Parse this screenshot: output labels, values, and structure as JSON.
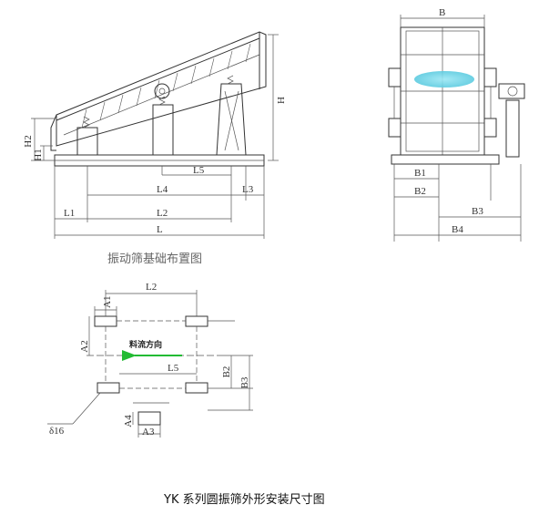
{
  "side_view": {
    "dims": {
      "L": "L",
      "L1": "L1",
      "L2": "L2",
      "L3": "L3",
      "L4": "L4",
      "L5": "L5",
      "H": "H",
      "H1": "H1",
      "H2": "H2"
    },
    "title": "振动筛基础布置图"
  },
  "end_view": {
    "dims": {
      "B": "B",
      "B1": "B1",
      "B2": "B2",
      "B3": "B3",
      "B4": "B4"
    }
  },
  "foundation": {
    "dims": {
      "L2": "L2",
      "L5": "L5",
      "A1": "A1",
      "A2": "A2",
      "A3": "A3",
      "A4": "A4",
      "B2": "B2",
      "B3": "B3",
      "delta": "δ16"
    },
    "flow_label": "料流方向",
    "colors": {
      "flow_arrow": "#22bb33"
    }
  },
  "caption": "YK 系列圆振筛外形安装尺寸图",
  "colors": {
    "ink": "#333333",
    "highlight": "#6fd3e8"
  }
}
